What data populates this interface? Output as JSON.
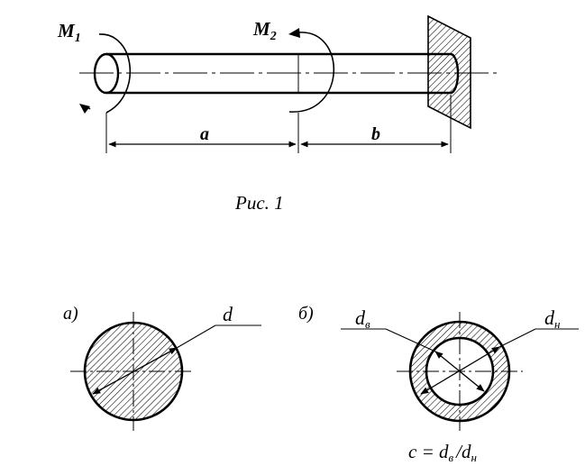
{
  "figure1": {
    "moment1": {
      "main": "M",
      "sub": "1"
    },
    "moment2": {
      "main": "M",
      "sub": "2"
    },
    "length_a": "a",
    "length_b": "b",
    "caption": "Рис. 1"
  },
  "section_a": {
    "tag": "а)",
    "diameter_label": "d"
  },
  "section_b": {
    "tag": "б)",
    "inner_label": {
      "main": "d",
      "sub": "в"
    },
    "outer_label": {
      "main": "d",
      "sub": "н"
    },
    "ratio_formula": {
      "prefix": "c = ",
      "num_main": "d",
      "num_sub": "в",
      "slash": "/",
      "den_main": "d",
      "den_sub": "н"
    }
  },
  "colors": {
    "ink": "#000000",
    "background": "#ffffff"
  }
}
